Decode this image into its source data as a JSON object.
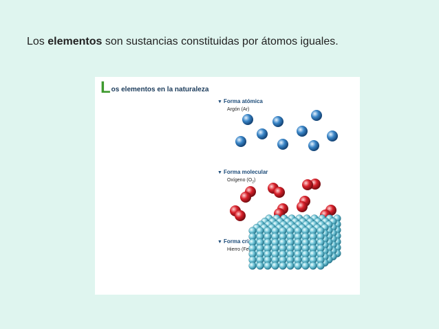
{
  "slide": {
    "text_before": "Los ",
    "bold_term": "elementos",
    "text_after": " son sustancias constituidas por átomos iguales."
  },
  "figure": {
    "title_initial": "L",
    "title_rest": "os elementos en la naturaleza",
    "sections": [
      {
        "label": "Forma atómica",
        "example_prefix": "Argón (Ar)",
        "example_sub": "",
        "example_suffix": ""
      },
      {
        "label": "Forma molecular",
        "example_prefix": "Oxígeno (O",
        "example_sub": "2",
        "example_suffix": ")"
      },
      {
        "label": "Forma cristalina",
        "example_prefix": "Hierro (Fe)",
        "example_sub": "",
        "example_suffix": ""
      }
    ],
    "colors": {
      "argon_atom": "#3a86c8",
      "oxygen_atom": "#d8202a",
      "iron_lattice": "#6ec3d6"
    }
  }
}
